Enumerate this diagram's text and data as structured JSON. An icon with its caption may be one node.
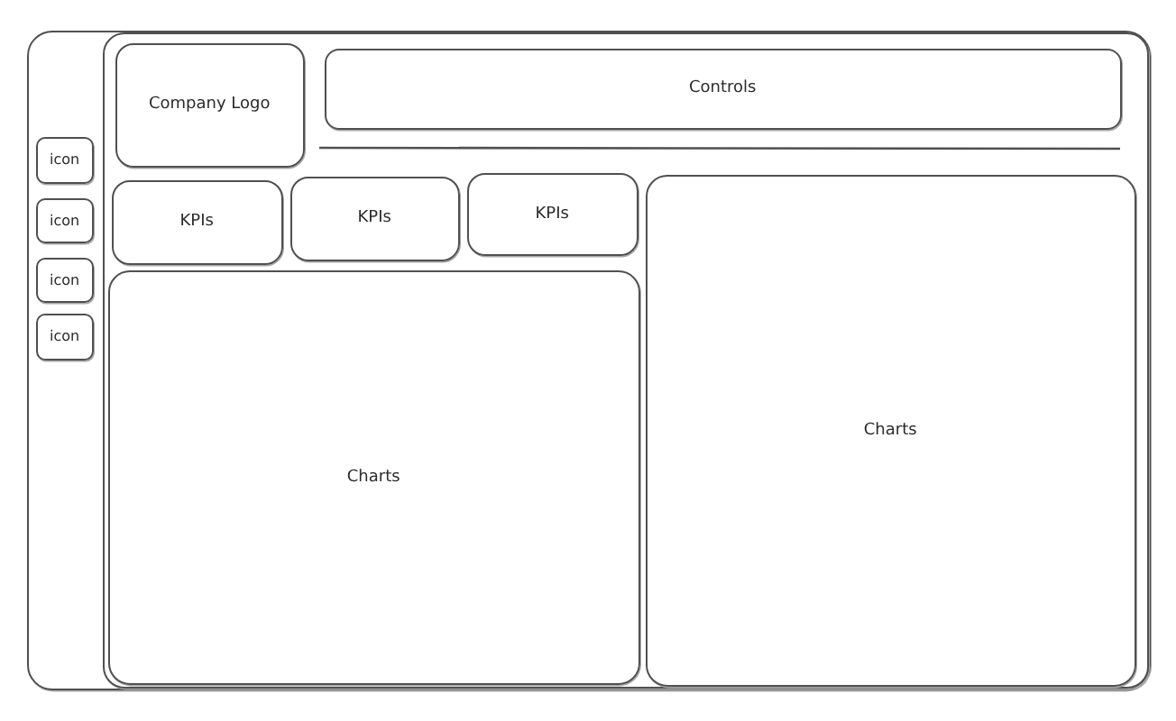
{
  "diagram": {
    "nodes": [
      {
        "text": [],
        "shape": "box"
      },
      {
        "text": [],
        "shape": "box",
        "in": 0
      },
      {
        "text": [
          "Company Logo"
        ],
        "in": 1
      },
      {
        "text": [
          "Controls"
        ],
        "in": 1
      },
      {
        "text": [
          "icon"
        ],
        "in": 0
      },
      {
        "text": [
          "icon"
        ],
        "in": 0
      },
      {
        "text": [
          "icon"
        ],
        "in": 0
      },
      {
        "text": [
          "icon"
        ],
        "in": 0
      },
      {
        "text": [
          "KPIs"
        ],
        "in": 1
      },
      {
        "text": [
          "KPIs"
        ],
        "in": 1
      },
      {
        "text": [
          "KPIs"
        ],
        "in": 1
      },
      {
        "text": [
          "Charts"
        ],
        "in": 1
      },
      {
        "text": [
          "Charts"
        ],
        "in": 1
      }
    ]
  }
}
